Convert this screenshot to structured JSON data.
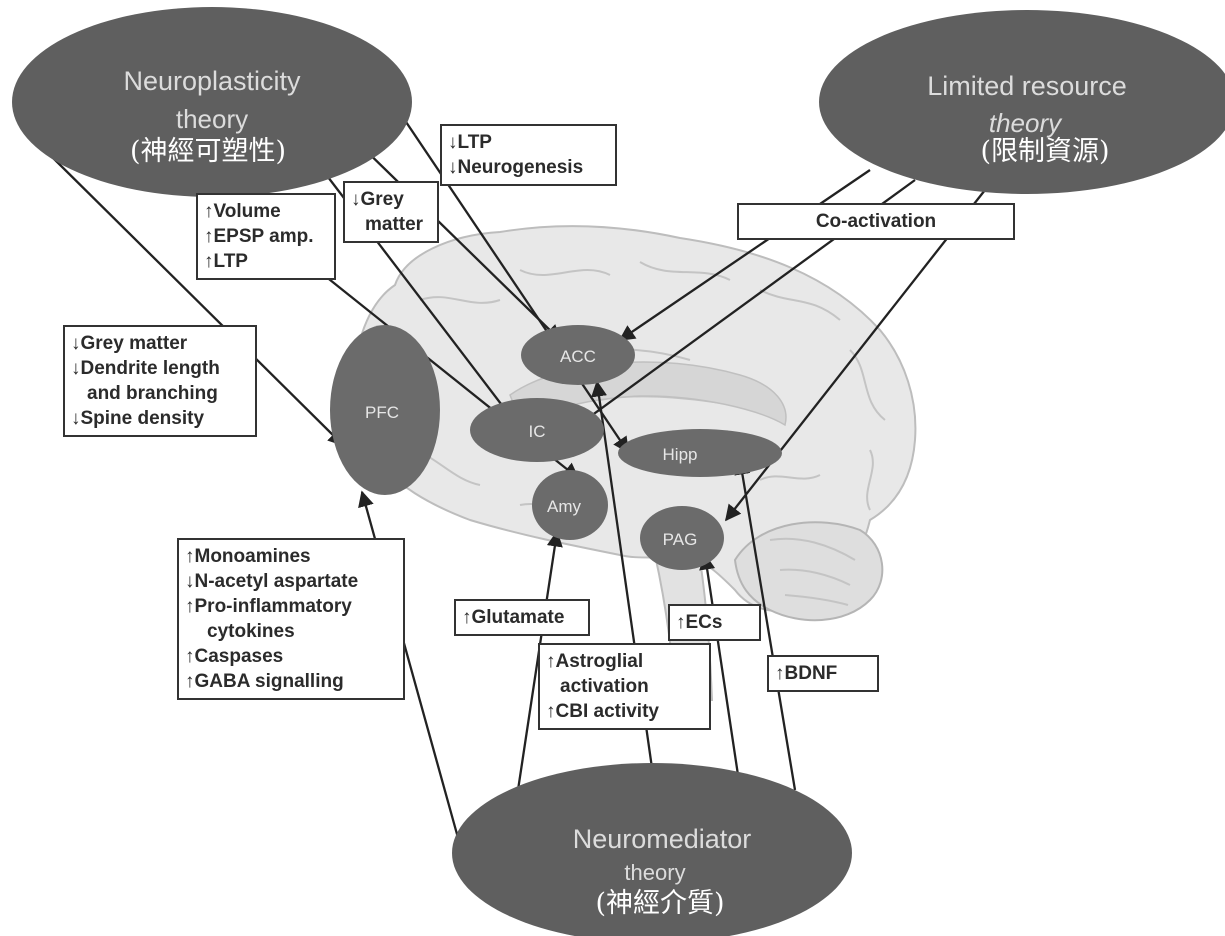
{
  "theories": {
    "neuroplasticity": {
      "name": "Neuroplasticity",
      "sub": "theory",
      "cjk": "(神經可塑性)"
    },
    "limited_resource": {
      "name": "Limited resource",
      "sub": "theory",
      "cjk": "(限制資源)"
    },
    "neuromediator": {
      "name": "Neuromediator",
      "sub": "theory",
      "cjk": "(神經介質)"
    }
  },
  "regions": {
    "pfc": "PFC",
    "acc": "ACC",
    "ic": "IC",
    "hipp": "Hipp",
    "amy": "Amy",
    "pag": "PAG"
  },
  "boxes": {
    "ltp_neuro": [
      "↓LTP",
      "↓Neurogenesis"
    ],
    "grey_matter": [
      "↓Grey",
      "matter"
    ],
    "volume": [
      "↑Volume",
      "↑EPSP amp.",
      "↑LTP"
    ],
    "dendrite": [
      "↓Grey matter",
      "↓Dendrite length",
      "and branching",
      "↓Spine density"
    ],
    "coactivation": [
      "Co-activation"
    ],
    "monoamines": [
      "↑Monoamines",
      "↓N-acetyl aspartate",
      "↑Pro-inflammatory",
      "cytokines",
      "↑Caspases",
      "↑GABA signalling"
    ],
    "glutamate": [
      "↑Glutamate"
    ],
    "ecs": [
      "↑ECs"
    ],
    "astroglial": [
      "↑Astroglial",
      "activation",
      "↑CBI activity"
    ],
    "bdnf": [
      "↑BDNF"
    ]
  },
  "colors": {
    "theory_fill": "#5f5f5f",
    "region_fill": "#6b6b6b",
    "brain_fill": "#e8e8e8",
    "line": "#222222"
  }
}
